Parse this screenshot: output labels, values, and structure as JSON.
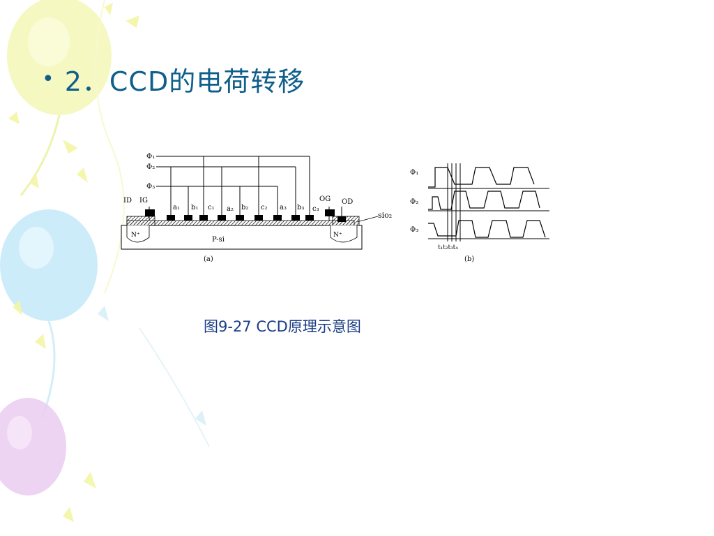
{
  "slide": {
    "bullet": "•",
    "title": "2．CCD的电荷转移",
    "caption": "图9-27  CCD原理示意图"
  },
  "figure_a": {
    "phase_labels": [
      "Φ₁",
      "Φ₂",
      "Φ₃"
    ],
    "electrode_labels": [
      "ID",
      "IG",
      "a₁",
      "b₁",
      "c₁",
      "a₂",
      "b₂",
      "c₂",
      "a₃",
      "b₃",
      "c₃",
      "OG",
      "OD"
    ],
    "oxide_label": "sio₂",
    "substrate_label": "P-si",
    "diffusion_label": "N⁺",
    "sub_label": "(a)"
  },
  "figure_b": {
    "phase_labels": [
      "Φ₁",
      "Φ₂",
      "Φ₃"
    ],
    "time_label": "t₁t₂t₃t₄",
    "sub_label": "(b)"
  },
  "colors": {
    "title": "#0e5f8a",
    "caption": "#1a3d86",
    "balloon_yellow": "#f2f5a8",
    "balloon_blue": "#bfe7f7",
    "balloon_purple": "#e8c8ef"
  }
}
